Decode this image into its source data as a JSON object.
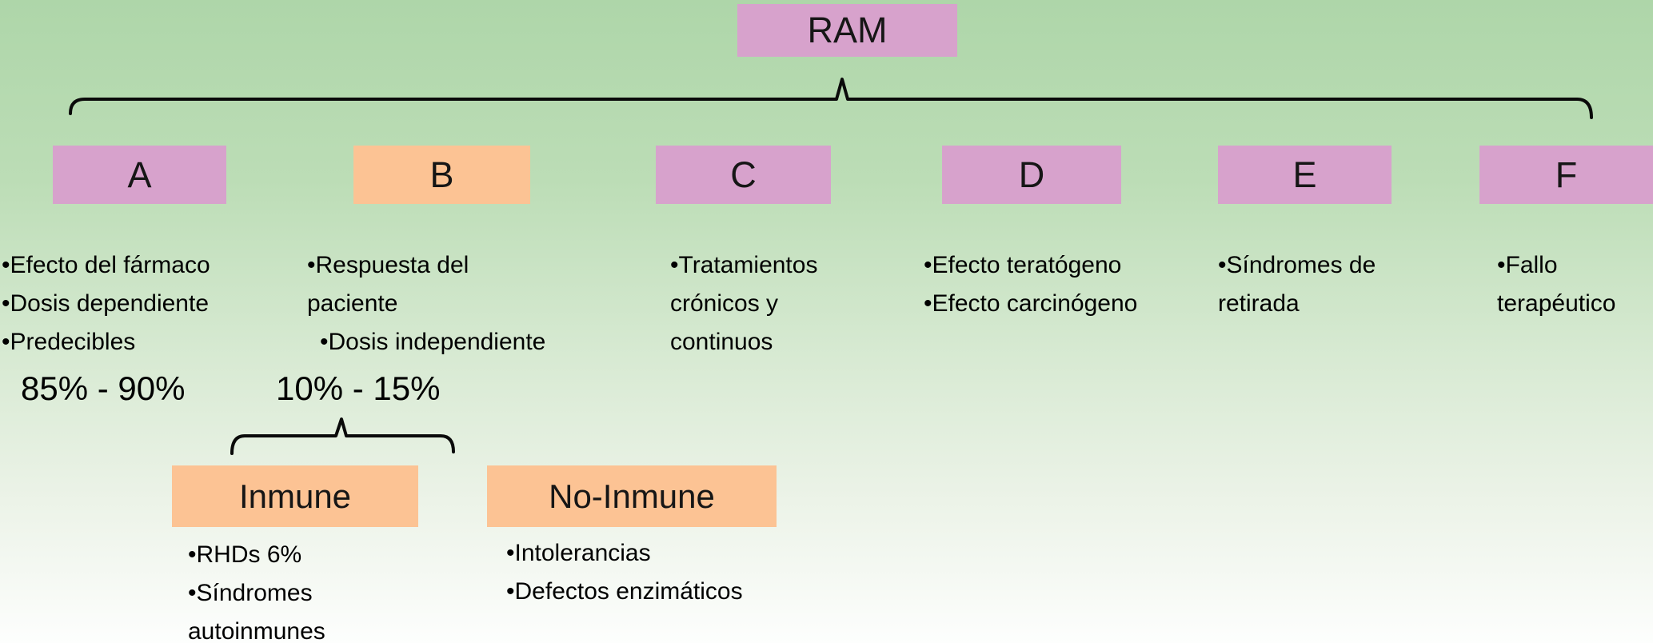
{
  "title": "RAM",
  "categories": [
    {
      "label": "A",
      "bullets": [
        "•Efecto del fármaco",
        "•Dosis dependiente",
        "•Predecibles"
      ],
      "percent": "85% - 90%"
    },
    {
      "label": "B",
      "bullets": [
        "•Respuesta del paciente",
        "•Dosis independiente"
      ],
      "percent": "10% - 15%"
    },
    {
      "label": "C",
      "bullets": [
        "•Tratamientos crónicos y continuos"
      ]
    },
    {
      "label": "D",
      "bullets": [
        "•Efecto teratógeno",
        "•Efecto carcinógeno"
      ]
    },
    {
      "label": "E",
      "bullets": [
        "•Síndromes de retirada"
      ]
    },
    {
      "label": "F",
      "bullets": [
        "•Fallo terapéutico"
      ]
    }
  ],
  "b_subtypes": [
    {
      "label": "Inmune",
      "bullets": [
        "•RHDs 6%",
        "•Síndromes autoinmunes"
      ]
    },
    {
      "label": "No-Inmune",
      "bullets": [
        "•Intolerancias",
        "•Defectos enzimáticos"
      ]
    }
  ],
  "colors": {
    "pink": "#d7a2cc",
    "orange": "#fcc394",
    "line": "#0a0a0a",
    "bg_top": "#aed6a9",
    "bg_mid1": "#bcddb6",
    "bg_mid2": "#d8ead3",
    "bg_mid3": "#ecf3e8",
    "bg_bottom": "#fdfefd"
  }
}
